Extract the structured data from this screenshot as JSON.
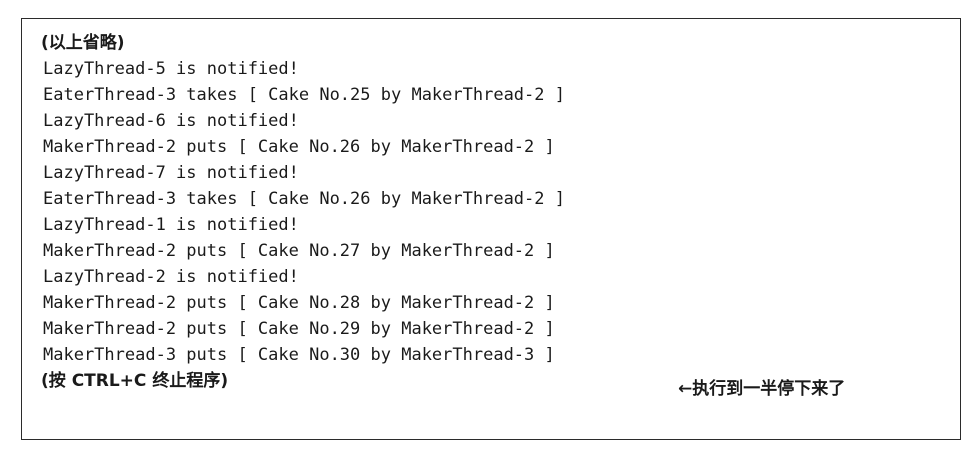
{
  "console": {
    "header_note": "(以上省略)",
    "lines": [
      "LazyThread-5 is notified!",
      "EaterThread-3 takes [ Cake No.25 by MakerThread-2 ]",
      "LazyThread-6 is notified!",
      "MakerThread-2 puts [ Cake No.26 by MakerThread-2 ]",
      "LazyThread-7 is notified!",
      "EaterThread-3 takes [ Cake No.26 by MakerThread-2 ]",
      "LazyThread-1 is notified!",
      "MakerThread-2 puts [ Cake No.27 by MakerThread-2 ]",
      "LazyThread-2 is notified!",
      "MakerThread-2 puts [ Cake No.28 by MakerThread-2 ]",
      "MakerThread-2 puts [ Cake No.29 by MakerThread-2 ]",
      "MakerThread-3 puts [ Cake No.30 by MakerThread-3 ]"
    ],
    "annotation": "←执行到一半停下来了",
    "footer_note": "(按 CTRL+C 终止程序)"
  }
}
